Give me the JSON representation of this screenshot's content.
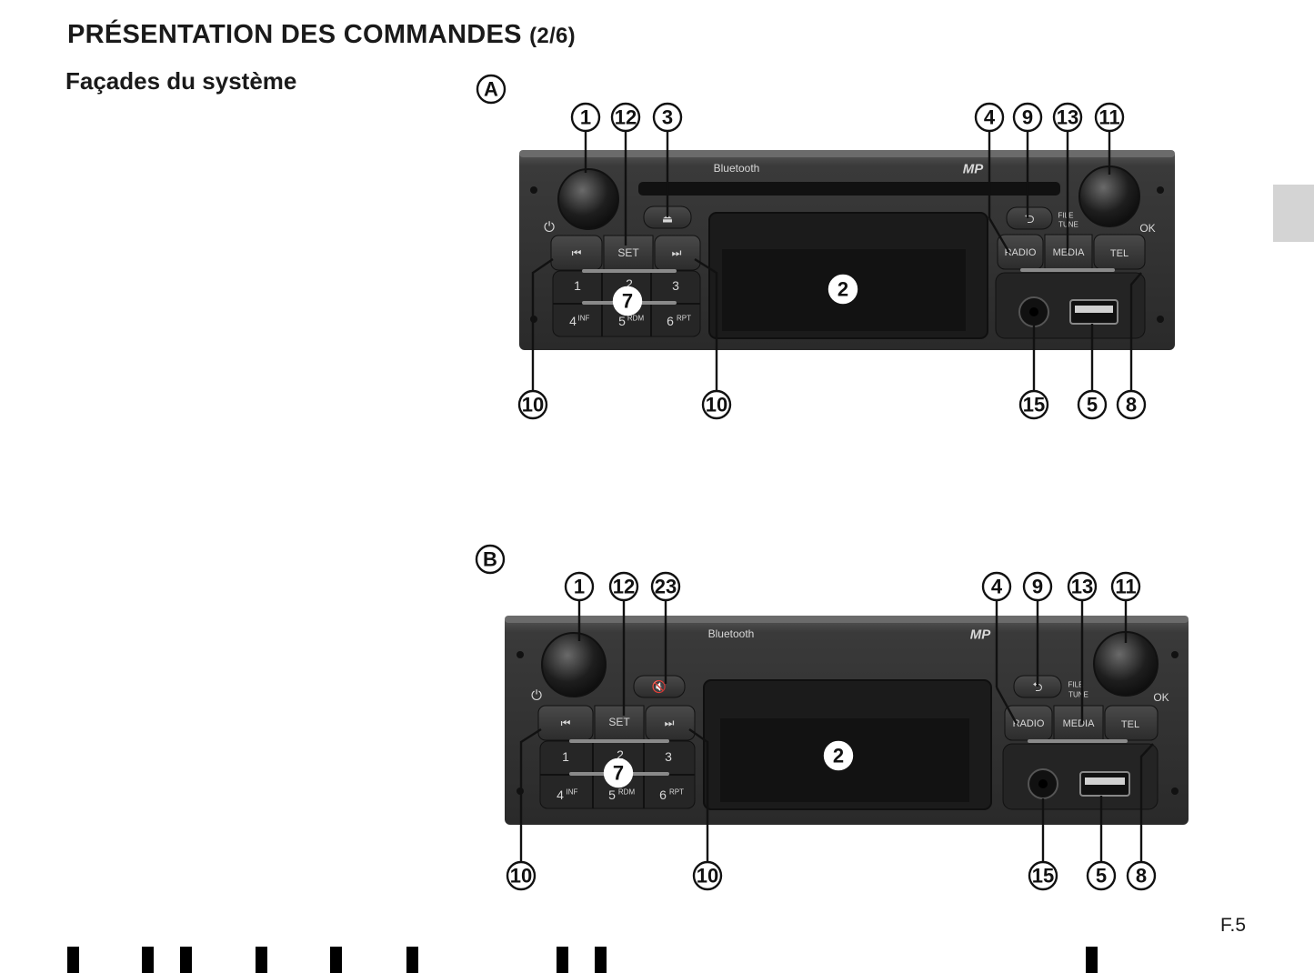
{
  "header": {
    "title": "PRÉSENTATION DES COMMANDES",
    "part": "(2/6)"
  },
  "section": {
    "subtitle": "Façades du système"
  },
  "figure_a": {
    "letter": "A",
    "brand": "Bluetooth",
    "badge": "MP",
    "buttons": {
      "set": "SET",
      "radio": "RADIO",
      "media": "MEDIA",
      "tel": "TEL",
      "file": "FILE",
      "tune": "TUNE",
      "ok": "OK",
      "p1": "1",
      "p2": "2",
      "p3": "3",
      "p4": "4",
      "p4s": "INF",
      "p5": "5",
      "p5s": "RDM",
      "p6": "6",
      "p6s": "RPT"
    },
    "callouts": {
      "c1": "1",
      "c12": "12",
      "c3": "3",
      "c4": "4",
      "c9": "9",
      "c13": "13",
      "c11": "11",
      "c2": "2",
      "c7": "7",
      "c10l": "10",
      "c10r": "10",
      "c15": "15",
      "c5": "5",
      "c8": "8"
    }
  },
  "figure_b": {
    "letter": "B",
    "brand": "Bluetooth",
    "badge": "MP",
    "buttons": {
      "set": "SET",
      "radio": "RADIO",
      "media": "MEDIA",
      "tel": "TEL",
      "file": "FILE",
      "tune": "TUNE",
      "ok": "OK",
      "p1": "1",
      "p2": "2",
      "p3": "3",
      "p4": "4",
      "p4s": "INF",
      "p5": "5",
      "p5s": "RDM",
      "p6": "6",
      "p6s": "RPT"
    },
    "callouts": {
      "c1": "1",
      "c12": "12",
      "c23": "23",
      "c4": "4",
      "c9": "9",
      "c13": "13",
      "c11": "11",
      "c2": "2",
      "c7": "7",
      "c10l": "10",
      "c10r": "10",
      "c15": "15",
      "c5": "5",
      "c8": "8"
    }
  },
  "footer": {
    "folio": "F.5"
  }
}
